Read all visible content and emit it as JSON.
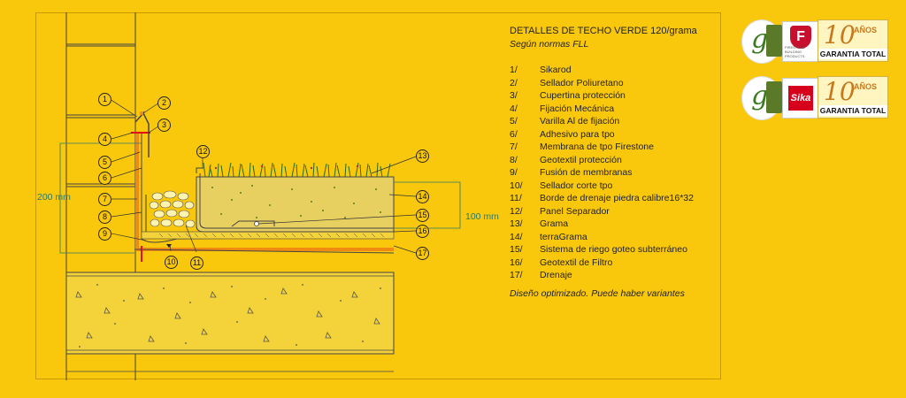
{
  "title": "DETALLES DE TECHO VERDE 120/grama",
  "subtitle": "Según normas FLL",
  "legend": [
    {
      "num": "1/",
      "label": "Sikarod"
    },
    {
      "num": "2/",
      "label": "Sellador Poliuretano"
    },
    {
      "num": "3/",
      "label": "Cupertina protección"
    },
    {
      "num": "4/",
      "label": "Fijación Mecánica"
    },
    {
      "num": "5/",
      "label": "Varilla Al de fijación"
    },
    {
      "num": "6/",
      "label": "Adhesivo para tpo"
    },
    {
      "num": "7/",
      "label": "Membrana de tpo Firestone"
    },
    {
      "num": "8/",
      "label": "Geotextil protección"
    },
    {
      "num": "9/",
      "label": "Fusión de membranas"
    },
    {
      "num": "10/",
      "label": "Sellador corte tpo"
    },
    {
      "num": "11/",
      "label": "Borde de drenaje piedra calibre16*32"
    },
    {
      "num": "12/",
      "label": "Panel Separador"
    },
    {
      "num": "13/",
      "label": "Grama"
    },
    {
      "num": "14/",
      "label": "terraGrama"
    },
    {
      "num": "15/",
      "label": "Sistema de riego goteo subterráneo"
    },
    {
      "num": "16/",
      "label": "Geotextil de Filtro"
    },
    {
      "num": "17/",
      "label": "Drenaje"
    }
  ],
  "note": "Diseño optimizado. Puede haber variantes",
  "dims": {
    "left": "200 mm",
    "right": "100 mm"
  },
  "callouts": [
    "1",
    "2",
    "3",
    "4",
    "5",
    "6",
    "7",
    "8",
    "9",
    "10",
    "11",
    "12",
    "13",
    "14",
    "15",
    "16",
    "17"
  ],
  "badges": [
    {
      "brand": "F",
      "brand_sub": "FIRESTONE BUILDING PRODUCTS",
      "years": "10",
      "years_word": "AÑOS",
      "guarantee": "GARANTIA TOTAL"
    },
    {
      "brand": "Sika",
      "years": "10",
      "years_word": "AÑOS",
      "guarantee": "GARANTIA TOTAL"
    }
  ],
  "logo_letter": "g",
  "colors": {
    "background": "#f9c80d",
    "membrane": "#f08a10",
    "soil": "#e8d060",
    "grass": "#2a6a1a",
    "concrete": "#f4d23a",
    "dimension": "#2a7a6a"
  }
}
